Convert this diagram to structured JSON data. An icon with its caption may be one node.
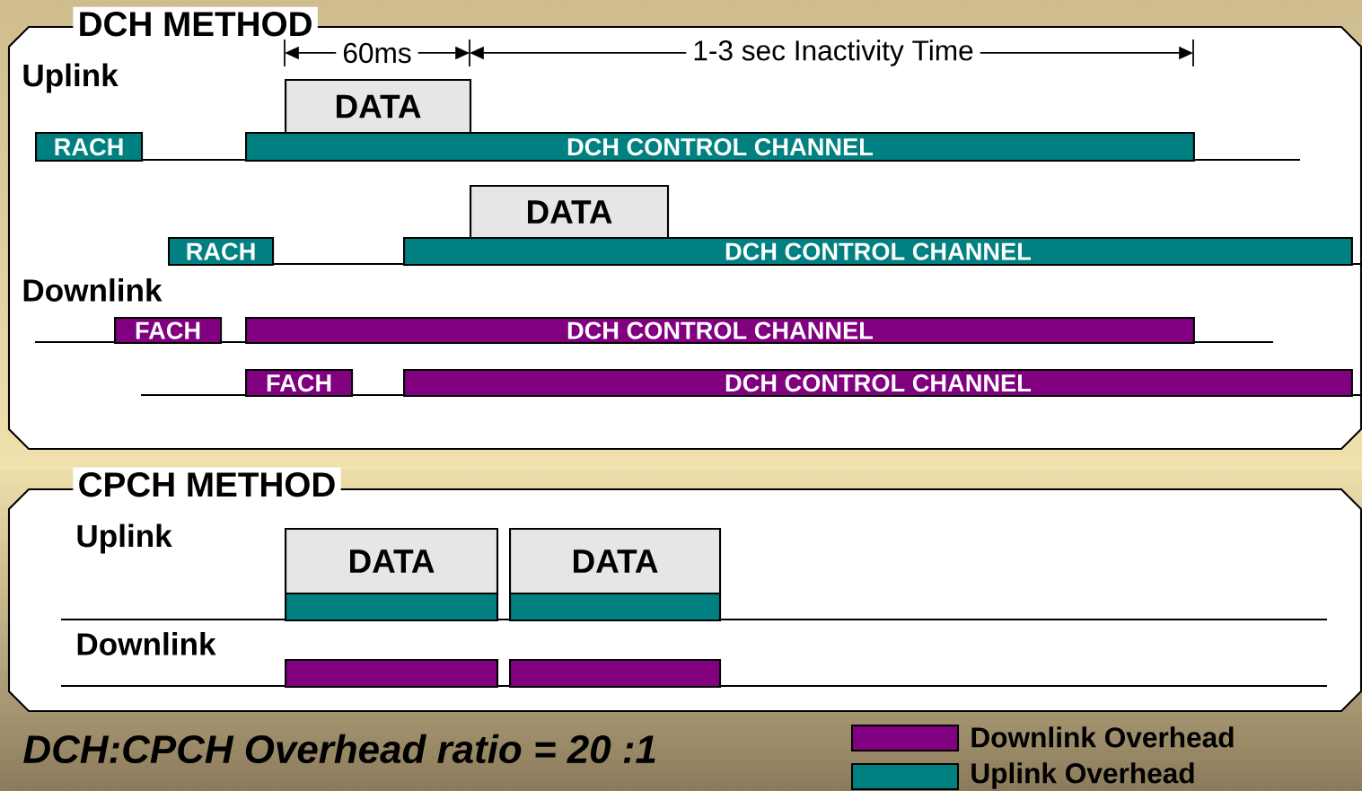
{
  "diagram": {
    "caption": "DCH:CPCH Overhead ratio = 20 :1",
    "nodes": [
      {
        "text": [
          "DCH METHOD"
        ]
      },
      {
        "text": [
          "DATA"
        ],
        "in": 0
      },
      {
        "text": [
          "RACH"
        ],
        "in": 0
      },
      {
        "text": [
          "DCH CONTROL CHANNEL"
        ],
        "in": 0
      },
      {
        "text": [
          "DATA"
        ],
        "in": 0
      },
      {
        "text": [
          "RACH"
        ],
        "in": 0
      },
      {
        "text": [
          "DCH CONTROL CHANNEL"
        ],
        "in": 0
      },
      {
        "text": [
          "FACH"
        ],
        "in": 0
      },
      {
        "text": [
          "DCH CONTROL CHANNEL"
        ],
        "in": 0
      },
      {
        "text": [
          "FACH"
        ],
        "in": 0
      },
      {
        "text": [
          "DCH CONTROL CHANNEL"
        ],
        "in": 0
      },
      {
        "text": [
          "CPCH METHOD"
        ]
      },
      {
        "text": [
          "DATA"
        ],
        "in": 11
      },
      {
        "text": [
          "DATA"
        ],
        "in": 11
      },
      {
        "text": [],
        "shape": "bar",
        "in": 11
      },
      {
        "text": [],
        "shape": "bar",
        "in": 11
      },
      {
        "text": [],
        "shape": "bar",
        "in": 11
      },
      {
        "text": [],
        "shape": "bar",
        "in": 11
      }
    ],
    "edges": [],
    "labels": [
      "60ms",
      "1-3 sec Inactivity Time",
      "Uplink",
      "Downlink",
      "Uplink",
      "Downlink"
    ],
    "legend": [
      {
        "text": "Downlink Overhead",
        "color": "#800080"
      },
      {
        "text": "Uplink Overhead",
        "color": "#008080"
      }
    ]
  }
}
